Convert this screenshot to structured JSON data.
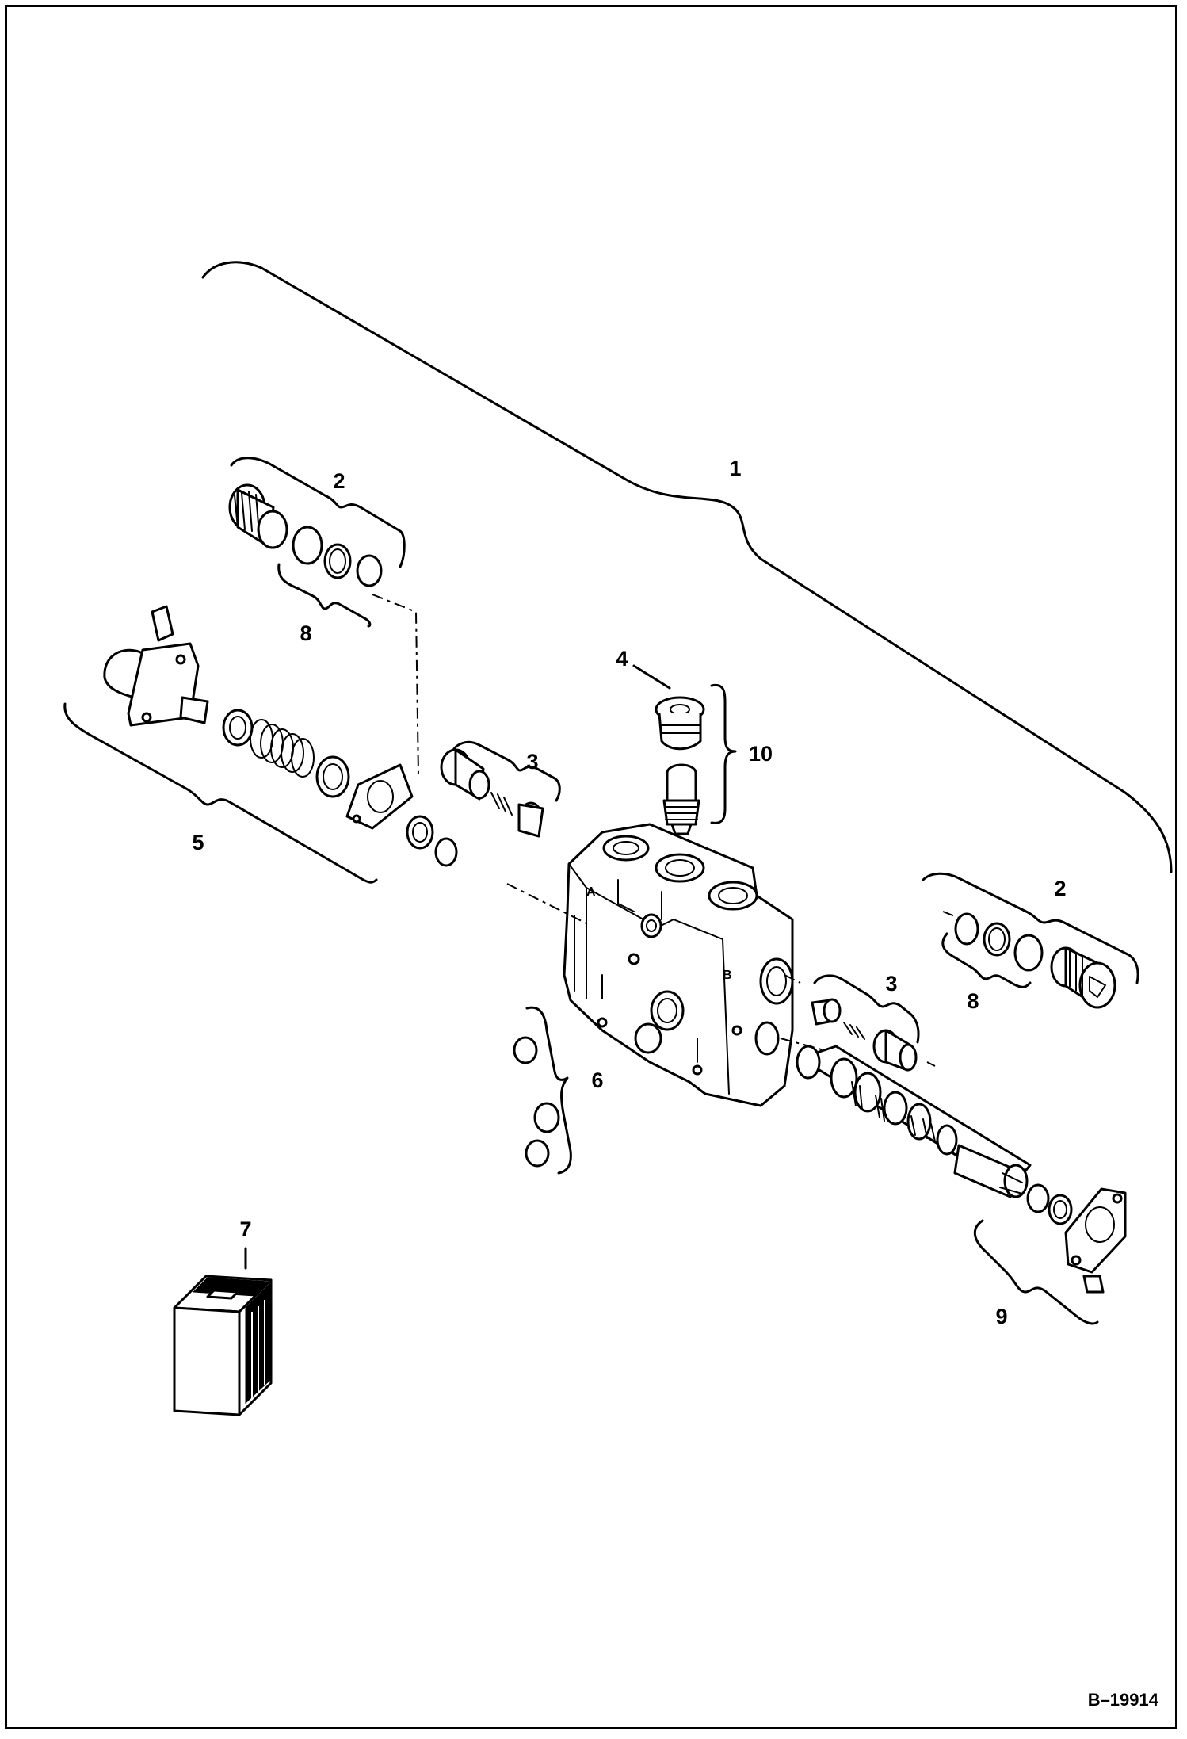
{
  "diagram": {
    "callouts": {
      "c1": "1",
      "c2a": "2",
      "c2b": "2",
      "c3a": "3",
      "c3b": "3",
      "c4": "4",
      "c5": "5",
      "c6": "6",
      "c7": "7",
      "c8a": "8",
      "c8b": "8",
      "c9": "9",
      "c10": "10"
    },
    "figure_id": "B–19914",
    "line_color": "#000000",
    "background": "#ffffff"
  }
}
